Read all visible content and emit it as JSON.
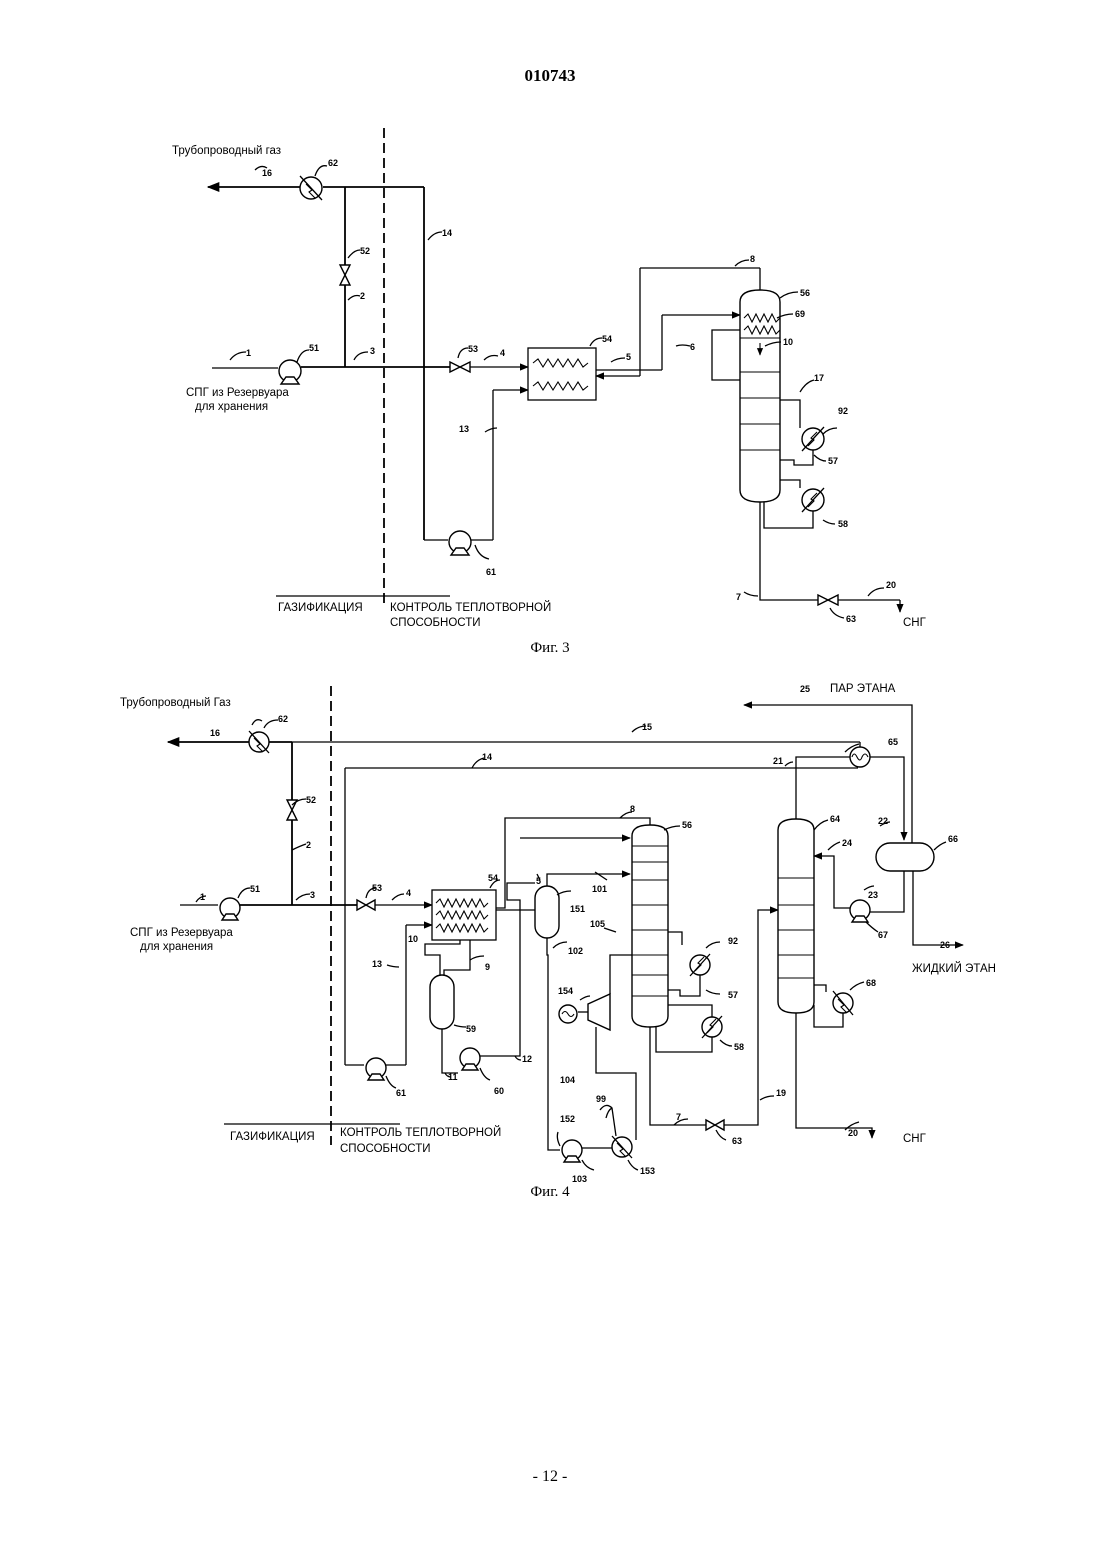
{
  "header": {
    "doc_number": "010743"
  },
  "footer": {
    "page_number": "- 12 -"
  },
  "fig3": {
    "caption": "Фиг. 3",
    "labels": {
      "pipeline_gas": "Трубопроводный газ",
      "lng_source_line1": "СПГ из Резервуара",
      "lng_source_line2": "для хранения",
      "gasification": "ГАЗИФИКАЦИЯ",
      "hv_control_line1": "КОНТРОЛЬ ТЕПЛОТВОРНОЙ",
      "hv_control_line2": "СПОСОБНОСТИ",
      "ngl": "СНГ"
    },
    "streams": [
      "1",
      "2",
      "3",
      "4",
      "5",
      "6",
      "7",
      "8",
      "10",
      "13",
      "14",
      "16",
      "17",
      "20"
    ],
    "equipment": [
      "51",
      "52",
      "53",
      "54",
      "56",
      "57",
      "58",
      "61",
      "62",
      "63",
      "69",
      "92"
    ]
  },
  "fig4": {
    "caption": "Фиг. 4",
    "labels": {
      "pipeline_gas": "Трубопроводный Газ",
      "lng_source_line1": "СПГ из Резервуара",
      "lng_source_line2": "для хранения",
      "gasification": "ГАЗИФИКАЦИЯ",
      "hv_control_line1": "КОНТРОЛЬ ТЕПЛОТВОРНОЙ",
      "hv_control_line2": "СПОСОБНОСТИ",
      "ethane_vapor": "ПАР ЭТАНА",
      "liquid_ethane": "ЖИДКИЙ ЭТАН",
      "ngl": "СНГ"
    },
    "streams": [
      "1",
      "2",
      "3",
      "4",
      "5",
      "7",
      "8",
      "9",
      "10",
      "11",
      "12",
      "13",
      "14",
      "15",
      "16",
      "19",
      "20",
      "21",
      "22",
      "23",
      "24",
      "25",
      "26",
      "99",
      "101",
      "102",
      "103",
      "104",
      "105"
    ],
    "equipment": [
      "51",
      "52",
      "53",
      "54",
      "56",
      "57",
      "58",
      "59",
      "60",
      "61",
      "62",
      "63",
      "64",
      "65",
      "66",
      "67",
      "68",
      "92",
      "151",
      "152",
      "153",
      "154"
    ]
  }
}
